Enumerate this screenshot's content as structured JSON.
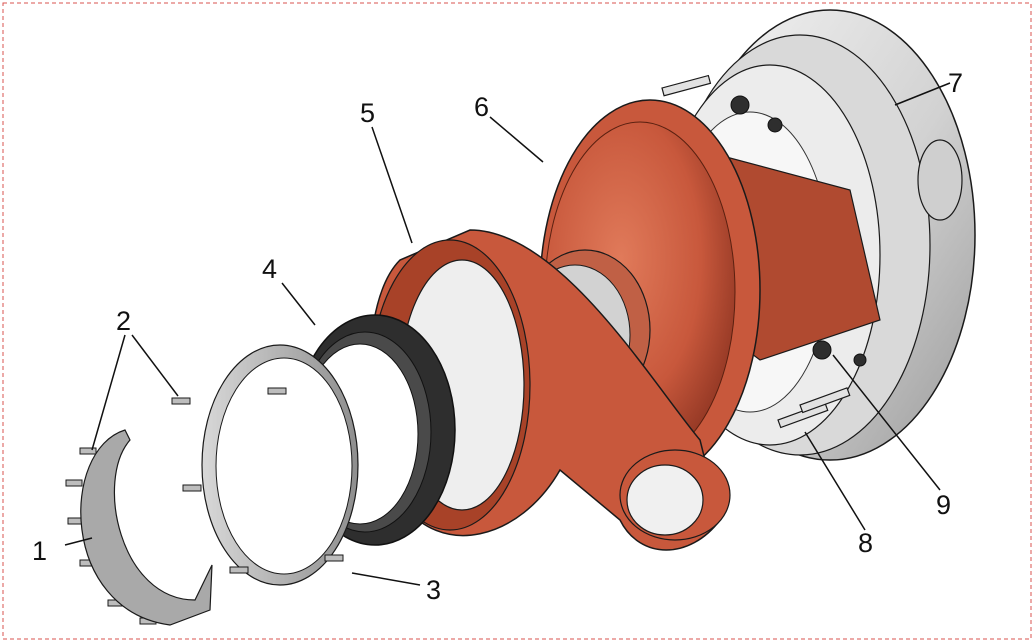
{
  "labels": {
    "l1": "1",
    "l2": "2",
    "l3": "3",
    "l4": "4",
    "l5": "5",
    "l6": "6",
    "l7": "7",
    "l8": "8",
    "l9": "9"
  },
  "colors": {
    "frame_border": "#d9534f",
    "rust": "#c8583c",
    "rust_dark": "#8a3220",
    "metal_light": "#e6e6e6",
    "metal_mid": "#b9b9b9",
    "seal_dark": "#2e2e2e",
    "outline": "#1a1a1a"
  }
}
